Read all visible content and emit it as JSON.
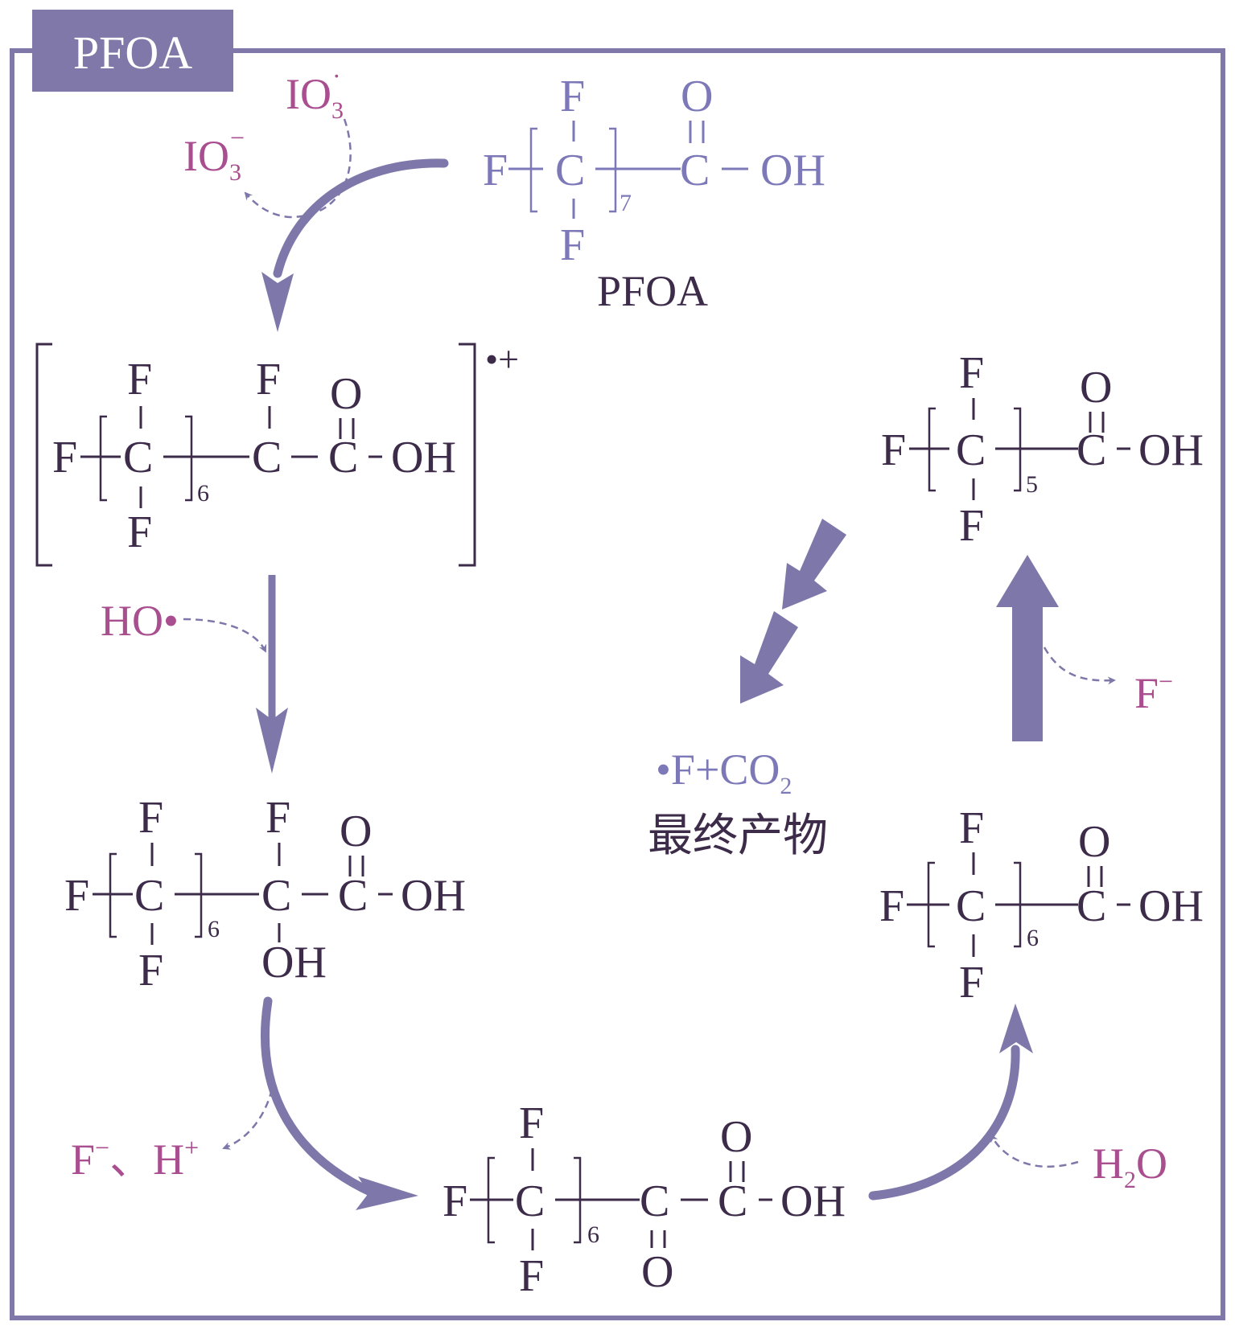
{
  "header": {
    "title": "PFOA"
  },
  "colors": {
    "frame": "#7f78a8",
    "dark": "#3d2b4a",
    "light": "#7d79b8",
    "magenta": "#a94e8f",
    "arrow": "#7d78a9"
  },
  "atoms": {
    "F": "F",
    "C": "C",
    "O": "O",
    "OH": "OH"
  },
  "pfoa": {
    "subscript": "7",
    "name": "PFOA"
  },
  "radical_cation": {
    "subscript": "6",
    "charge": "•+"
  },
  "hydroxylated": {
    "subscript": "6"
  },
  "keto_acid": {
    "subscript": "6"
  },
  "c7_acid": {
    "subscript": "6"
  },
  "c6_acid": {
    "subscript": "5"
  },
  "reagents": {
    "io3_radical": {
      "base": "IO",
      "sub": "3",
      "sup": "·"
    },
    "io3_anion": {
      "base": "IO",
      "sub": "3",
      "sup": "−"
    },
    "hydroxyl": "HO•",
    "fluoride_proton": {
      "f": "F",
      "f_sup": "−",
      "sep": "、",
      "h": "H",
      "h_sup": "+"
    },
    "water": {
      "h": "H",
      "sub": "2",
      "o": "O"
    },
    "fluoride": {
      "f": "F",
      "sup": "−"
    }
  },
  "final_product": {
    "formula_prefix": "•F+CO",
    "formula_sub": "2",
    "label": "最终产物"
  }
}
